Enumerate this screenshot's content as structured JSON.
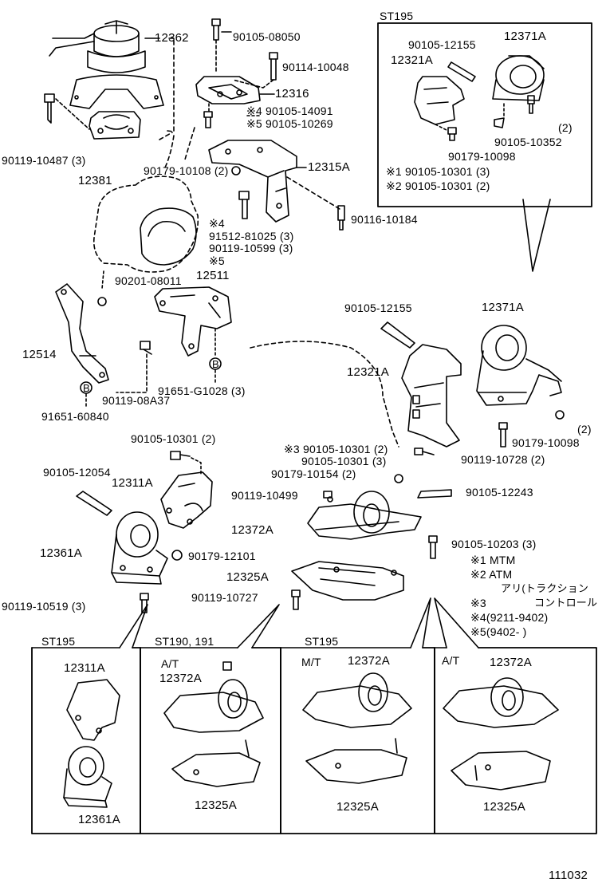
{
  "labels": {
    "p12362": "12362",
    "p90105_08050": "90105-08050",
    "p90114_10048": "90114-10048",
    "p12316": "12316",
    "n4_90105_14091": "※4 90105-14091",
    "n5_90105_10269": "※5 90105-10269",
    "p90119_10487": "90119-10487 (3)",
    "p12381": "12381",
    "p90179_10108": "90179-10108 (2)",
    "p12315A": "12315A",
    "p90116_10184": "90116-10184",
    "n4_top": "※4",
    "p91512_81025": "91512-81025 (3)",
    "p90119_10599": "90119-10599 (3)",
    "n5_mid": "※5",
    "p90201_08011": "90201-08011",
    "p12511": "12511",
    "p12514": "12514",
    "b1": "B",
    "b2": "B",
    "p91651_G1028": "91651-G1028 (3)",
    "p90119_08A37": "90119-08A37",
    "p91651_60840": "91651-60840",
    "st195_a": "ST195",
    "st_90105_12155": "90105-12155",
    "st_12371A": "12371A",
    "st_12321A": "12321A",
    "st_2": "(2)",
    "st_90105_10352": "90105-10352",
    "st_90179_10098": "90179-10098",
    "st_n1": "※1 90105-10301 (3)",
    "st_n2": "※2  90105-10301 (2)",
    "m_90105_12155": "90105-12155",
    "m_12371A": "12371A",
    "m_12321A": "12321A",
    "m_2": "(2)",
    "m_90179_10098": "90179-10098",
    "m_90119_10728": "90119-10728 (2)",
    "m_n3": "※3 90105-10301 (2)",
    "m_90105_10301_3": "90105-10301 (3)",
    "m_90179_10154": "90179-10154 (2)",
    "m_90105_10301_2": "90105-10301 (2)",
    "m_90105_12054": "90105-12054",
    "m_12311A": "12311A",
    "m_90119_10499": "90119-10499",
    "m_90105_12243": "90105-12243",
    "m_12372A": "12372A",
    "m_12361A": "12361A",
    "m_90179_12101": "90179-12101",
    "m_90105_10203": "90105-10203 (3)",
    "m_12325A": "12325A",
    "m_90119_10727": "90119-10727",
    "m_90119_10519": "90119-10519 (3)"
  },
  "legend": {
    "l1": "※1  MTM",
    "l2": "※2  ATM",
    "l2b": "アリ(トラクション",
    "l2c": "コントロール",
    "l3": "※3",
    "l4": "※4(9211-9402)",
    "l5": "※5(9402-        )"
  },
  "panels": {
    "p1_title": "ST195",
    "p1_a": "12311A",
    "p1_b": "12361A",
    "p2_title": "ST190, 191",
    "p2_at": "A/T",
    "p2_a": "12372A",
    "p2_b": "12325A",
    "p3_title": "ST195",
    "p3_mt": "M/T",
    "p3_a": "12372A",
    "p3_b": "12325A",
    "p4_at": "A/T",
    "p4_a": "12372A",
    "p4_b": "12325A"
  },
  "figure_number": "111032"
}
